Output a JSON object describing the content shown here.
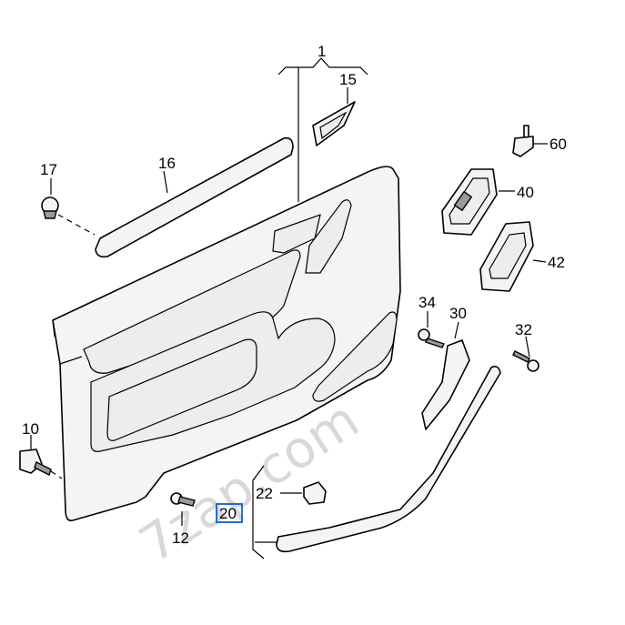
{
  "watermark": "7zap.com",
  "callouts": {
    "c1": "1",
    "c15": "15",
    "c16": "16",
    "c17": "17",
    "c60": "60",
    "c40": "40",
    "c42": "42",
    "c34": "34",
    "c30": "30",
    "c32": "32",
    "c10": "10",
    "c22": "22",
    "c20": "20",
    "c12": "12"
  },
  "highlight_color": "#1e6fd0"
}
